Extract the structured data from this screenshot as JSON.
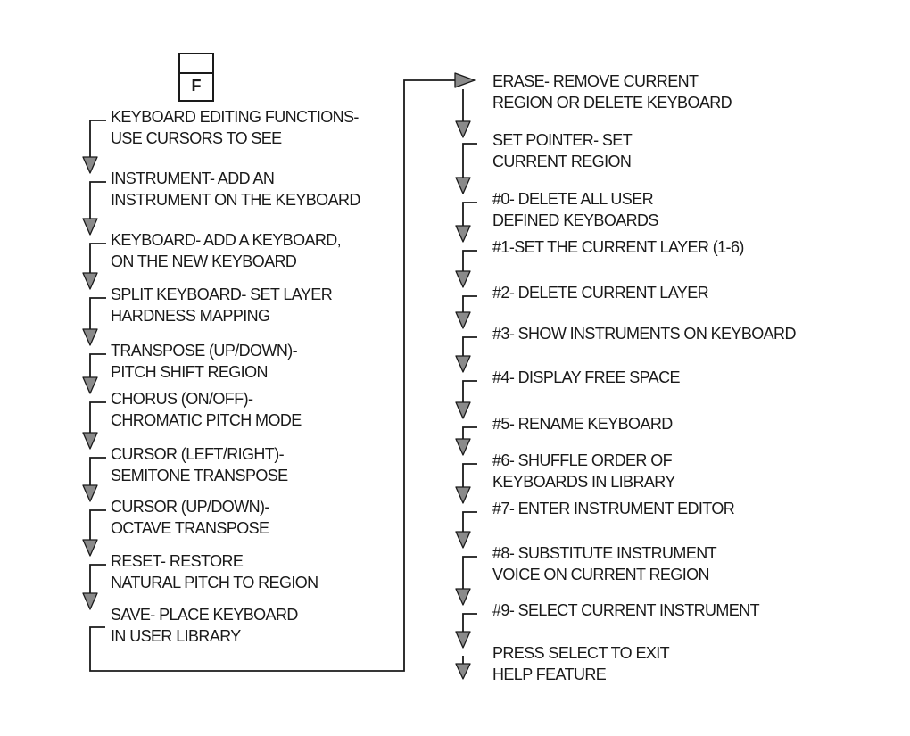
{
  "key": {
    "label": "F"
  },
  "colors": {
    "ink": "#1a1a1a",
    "arrow_fill": "#8a8a8a",
    "background": "#ffffff"
  },
  "left_steps": [
    {
      "lines": [
        "KEYBOARD EDITING FUNCTIONS-",
        "USE CURSORS TO SEE"
      ]
    },
    {
      "lines": [
        "INSTRUMENT- ADD AN",
        "INSTRUMENT ON THE KEYBOARD"
      ]
    },
    {
      "lines": [
        "KEYBOARD- ADD A KEYBOARD,",
        "ON THE NEW KEYBOARD"
      ]
    },
    {
      "lines": [
        "SPLIT KEYBOARD- SET LAYER",
        "HARDNESS MAPPING"
      ]
    },
    {
      "lines": [
        "TRANSPOSE (UP/DOWN)-",
        "PITCH SHIFT REGION"
      ]
    },
    {
      "lines": [
        "CHORUS (ON/OFF)-",
        "CHROMATIC PITCH MODE"
      ]
    },
    {
      "lines": [
        "CURSOR (LEFT/RIGHT)-",
        "SEMITONE TRANSPOSE"
      ]
    },
    {
      "lines": [
        "CURSOR (UP/DOWN)-",
        "OCTAVE TRANSPOSE"
      ]
    },
    {
      "lines": [
        "RESET- RESTORE",
        "NATURAL PITCH TO REGION"
      ]
    },
    {
      "lines": [
        "SAVE- PLACE KEYBOARD",
        "IN USER LIBRARY"
      ]
    }
  ],
  "right_steps": [
    {
      "lines": [
        "ERASE- REMOVE CURRENT",
        "REGION OR DELETE KEYBOARD"
      ]
    },
    {
      "lines": [
        "SET POINTER- SET",
        "CURRENT REGION"
      ]
    },
    {
      "lines": [
        "#0- DELETE ALL USER",
        "DEFINED KEYBOARDS"
      ]
    },
    {
      "lines": [
        "#1-SET THE CURRENT LAYER (1-6)"
      ]
    },
    {
      "lines": [
        "#2- DELETE CURRENT LAYER"
      ]
    },
    {
      "lines": [
        "#3- SHOW INSTRUMENTS ON KEYBOARD"
      ]
    },
    {
      "lines": [
        "#4- DISPLAY FREE SPACE"
      ]
    },
    {
      "lines": [
        "#5- RENAME KEYBOARD"
      ]
    },
    {
      "lines": [
        "#6- SHUFFLE ORDER OF",
        "KEYBOARDS IN LIBRARY"
      ]
    },
    {
      "lines": [
        "#7- ENTER INSTRUMENT EDITOR"
      ]
    },
    {
      "lines": [
        "#8- SUBSTITUTE INSTRUMENT",
        "VOICE ON CURRENT REGION"
      ]
    },
    {
      "lines": [
        "#9- SELECT CURRENT INSTRUMENT"
      ]
    },
    {
      "lines": [
        "PRESS SELECT TO EXIT",
        "HELP FEATURE"
      ]
    }
  ]
}
